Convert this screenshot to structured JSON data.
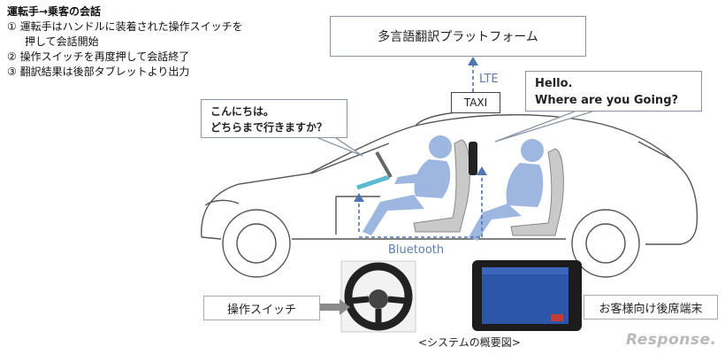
{
  "notes": {
    "title": "運転手→乗客の会話",
    "items": [
      "① 運転手はハンドルに装着された操作スイッチを",
      "押して会話開始",
      "② 操作スイッチを再度押して会話終了",
      "③ 翻訳結果は後部タブレットより出力"
    ]
  },
  "platform_label": "多言語翻訳プラットフォーム",
  "lte_label": "LTE",
  "taxi_label": "TAXI",
  "speech_driver": [
    "こんにちは。",
    "どちらまで行きますか？"
  ],
  "speech_passenger": [
    "Hello.",
    "Where are you Going?"
  ],
  "bluetooth_label": "Bluetooth",
  "switch_label": "操作スイッチ",
  "rear_terminal_label": "お客様向け後席端末",
  "caption": "<システムの概要図>",
  "watermark": "Response.",
  "colors": {
    "person": "#9db7e0",
    "accent": "#4f75b3",
    "outline": "#555555"
  }
}
